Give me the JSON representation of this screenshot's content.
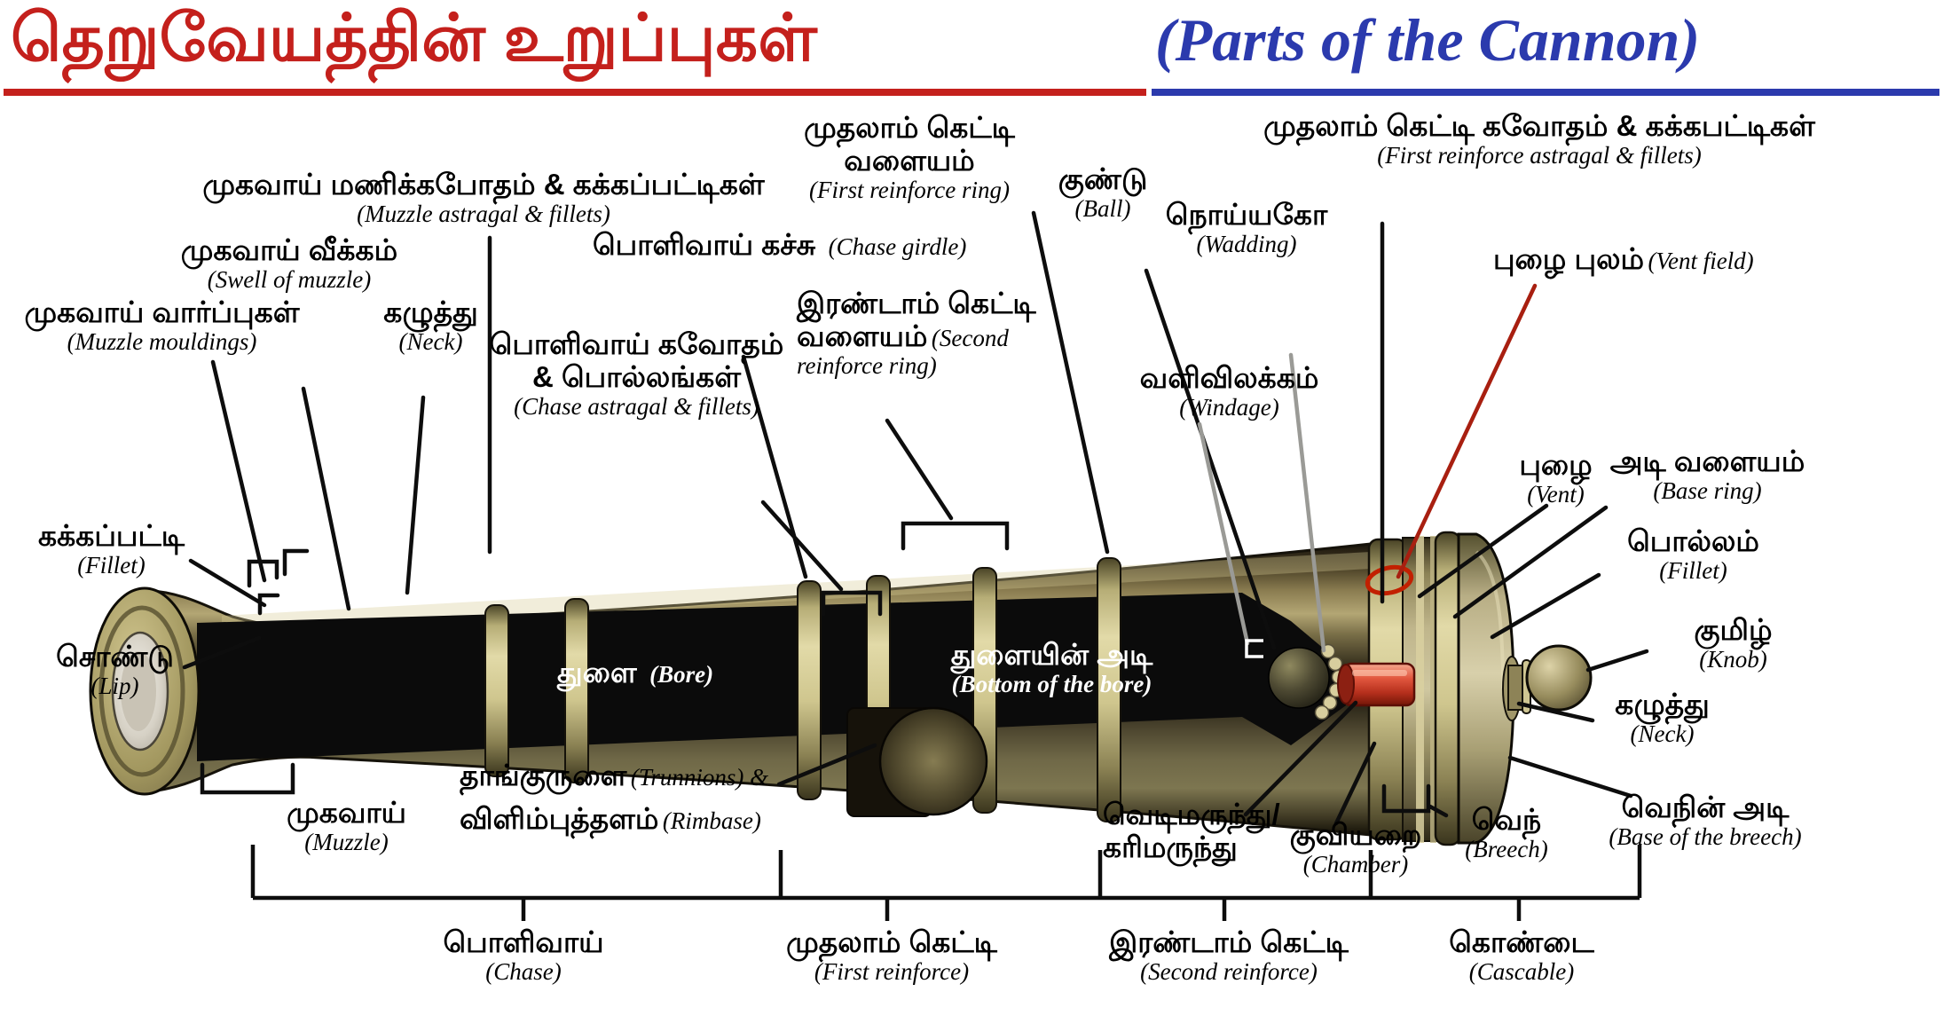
{
  "title": {
    "tamil": "தெறுவேயத்தின் உறுப்புகள்",
    "english": "(Parts of the Cannon)"
  },
  "colors": {
    "title_red": "#c4201c",
    "title_blue": "#2b3aad",
    "label_text": "#000000",
    "bore_label_text": "#ffffff",
    "vent_leader_red": "#a81f10",
    "cannon_olive": "#8a7c50",
    "ring_brass": "#cfc68e",
    "bore_black": "#0b0b0b",
    "chamber_red": "#d94f35",
    "vent_marker_red": "#c22000"
  },
  "labels": {
    "muzzle_astragal": {
      "tamil": "முகவாய் மணிக்கபோதம் & கக்கப்பட்டிகள்",
      "english": "(Muzzle astragal & fillets)"
    },
    "first_reinforce_ring": {
      "tamil": "முதலாம் கெட்டி வளையம்",
      "english": "(First reinforce ring)"
    },
    "first_reinforce_astragal": {
      "tamil": "முதலாம் கெட்டி கவோதம் & கக்கபட்டிகள்",
      "english": "(First reinforce astragal & fillets)"
    },
    "ball": {
      "tamil": "குண்டு",
      "english": "(Ball)"
    },
    "wadding": {
      "tamil": "நொய்யகோ",
      "english": "(Wadding)"
    },
    "swell_of_muzzle": {
      "tamil": "முகவாய் வீக்கம்",
      "english": "(Swell of muzzle)"
    },
    "chase_girdle": {
      "tamil": "பொளிவாய் கச்சு",
      "english": "(Chase girdle)"
    },
    "vent_field": {
      "tamil": "புழை புலம்",
      "english": "(Vent field)"
    },
    "muzzle_mouldings": {
      "tamil": "முகவாய் வார்ப்புகள்",
      "english": "(Muzzle mouldings)"
    },
    "neck_left": {
      "tamil": "கழுத்து",
      "english": "(Neck)"
    },
    "second_reinforce_ring": {
      "tamil": "இரண்டாம் கெட்டி வளையம்",
      "english": "(Second reinforce ring)"
    },
    "chase_astragal": {
      "tamil": "பொளிவாய் கவோதம் & பொல்லங்கள்",
      "english": "(Chase astragal & fillets)"
    },
    "windage": {
      "tamil": "வளிவிலக்கம்",
      "english": "(Windage)"
    },
    "vent": {
      "tamil": "புழை",
      "english": "(Vent)"
    },
    "base_ring": {
      "tamil": "அடி வளையம்",
      "english": "(Base ring)"
    },
    "fillet_muzzle": {
      "tamil": "கக்கப்பட்டி",
      "english": "(Fillet)"
    },
    "fillet_breech": {
      "tamil": "பொல்லம்",
      "english": "(Fillet)"
    },
    "knob": {
      "tamil": "குமிழ்",
      "english": "(Knob)"
    },
    "lip": {
      "tamil": "சொண்டு",
      "english": "(Lip)"
    },
    "bore": {
      "tamil": "துளை",
      "english": "(Bore)"
    },
    "bottom_of_bore": {
      "tamil": "துளையின் அடி",
      "english": "(Bottom of the bore)"
    },
    "neck_cascable": {
      "tamil": "கழுத்து",
      "english": "(Neck)"
    },
    "muzzle": {
      "tamil": "முகவாய்",
      "english": "(Muzzle)"
    },
    "trunnions": {
      "tamil": "தாங்குருளை",
      "english": "(Trunnions) &"
    },
    "rimbase": {
      "tamil": "விளிம்புத்தளம்",
      "english": "(Rimbase)"
    },
    "powder": {
      "tamil_line1": "வெடிமருந்து/",
      "tamil_line2": "கரிமருந்து"
    },
    "chamber": {
      "tamil": "குவியறை",
      "english": "(Chamber)"
    },
    "breech": {
      "tamil": "வெந்",
      "english": "(Breech)"
    },
    "base_of_breech": {
      "tamil": "வெநின் அடி",
      "english": "(Base of the breech)"
    },
    "chase": {
      "tamil": "பொளிவாய்",
      "english": "(Chase)"
    },
    "first_reinforce": {
      "tamil": "முதலாம் கெட்டி",
      "english": "(First reinforce)"
    },
    "second_reinforce": {
      "tamil": "இரண்டாம் கெட்டி",
      "english": "(Second reinforce)"
    },
    "cascable": {
      "tamil": "கொண்டை",
      "english": "(Cascable)"
    }
  }
}
